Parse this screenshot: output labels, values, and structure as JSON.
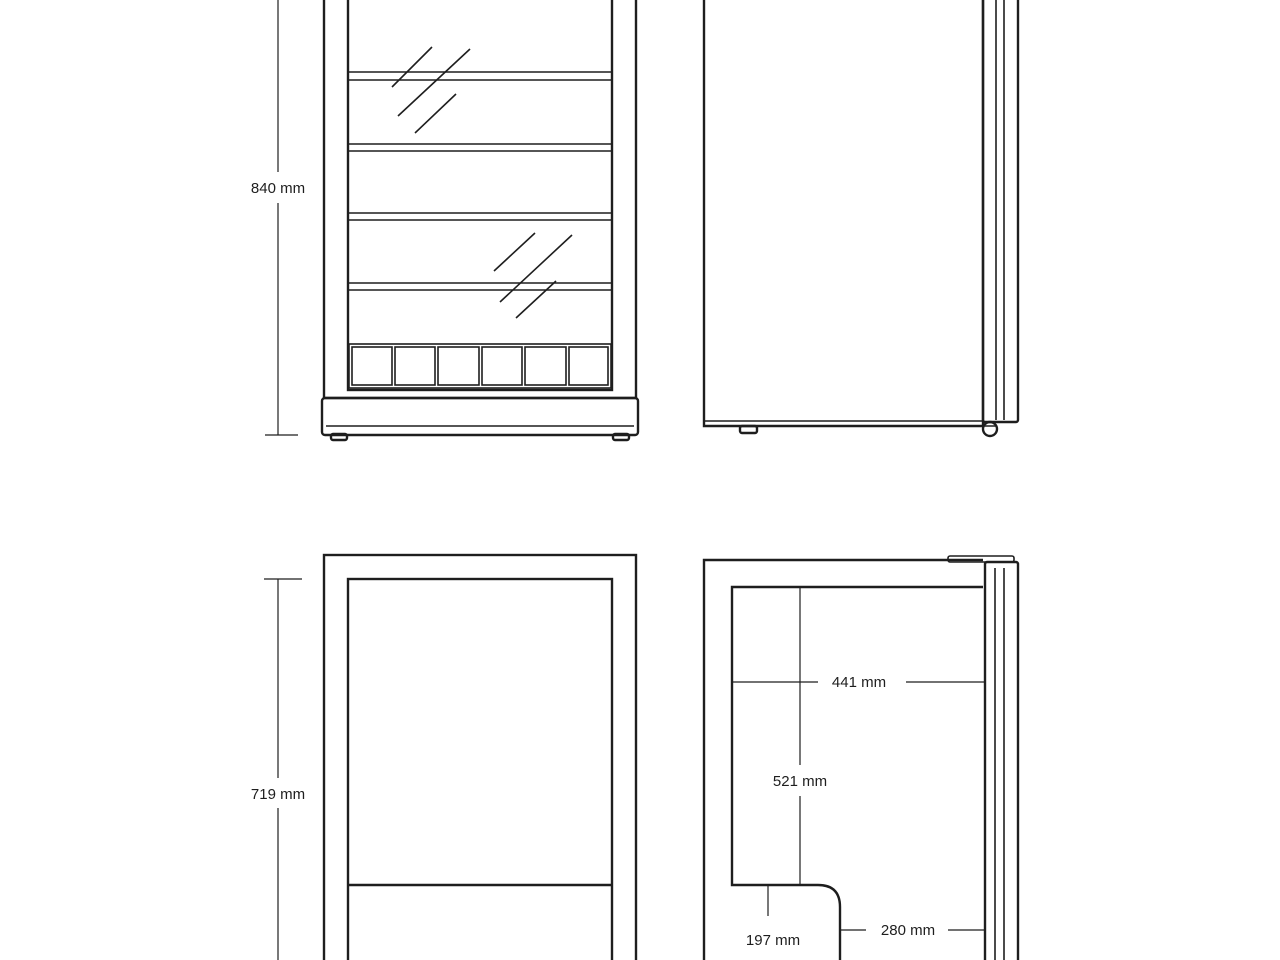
{
  "dimensions": {
    "height_total": "840 mm",
    "height_door": "719 mm",
    "depth_inner_top": "441 mm",
    "height_inner": "521 mm",
    "depth_inner_bottom": "280 mm",
    "compressor_height": "197 mm"
  },
  "views": {
    "front_with_door": {
      "shelves": 4,
      "base_crates": 6,
      "glare_marks": 2
    },
    "side": {},
    "front_without_door": {},
    "side_section": {}
  }
}
